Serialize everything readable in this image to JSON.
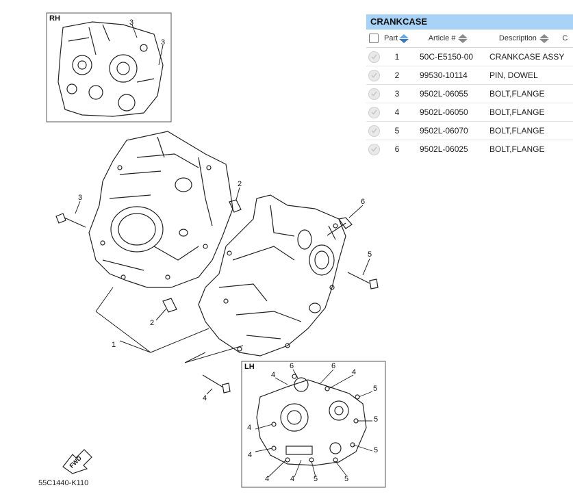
{
  "diagram": {
    "inset_rh_label": "RH",
    "inset_lh_label": "LH",
    "figure_code": "55C1440-K110",
    "fwd_label": "FWD",
    "callouts": {
      "rh_3a": "3",
      "rh_3b": "3",
      "m_3": "3",
      "m_2a": "2",
      "m_2b": "2",
      "m_1": "1",
      "m_6": "6",
      "m_5": "5",
      "m_4": "4",
      "lh_6a": "6",
      "lh_6b": "6",
      "lh_4a": "4",
      "lh_4b": "4",
      "lh_4c": "4",
      "lh_4d": "4",
      "lh_4e": "4",
      "lh_4f": "4",
      "lh_5a": "5",
      "lh_5b": "5",
      "lh_5c": "5",
      "lh_5d": "5",
      "lh_5e": "5"
    }
  },
  "parts_table": {
    "title": "CRANKCASE",
    "headers": {
      "part": "Part",
      "article": "Article #",
      "description": "Description",
      "more": "C"
    },
    "rows": [
      {
        "part": "1",
        "article": "50C-E5150-00",
        "description": "CRANKCASE ASSY"
      },
      {
        "part": "2",
        "article": "99530-10114",
        "description": "PIN, DOWEL"
      },
      {
        "part": "3",
        "article": "9502L-06055",
        "description": "BOLT,FLANGE"
      },
      {
        "part": "4",
        "article": "9502L-06050",
        "description": "BOLT,FLANGE"
      },
      {
        "part": "5",
        "article": "9502L-06070",
        "description": "BOLT,FLANGE"
      },
      {
        "part": "6",
        "article": "9502L-06025",
        "description": "BOLT,FLANGE"
      }
    ]
  },
  "icons": {
    "sort": "sort-arrows-icon",
    "check": "check-circle-icon"
  }
}
